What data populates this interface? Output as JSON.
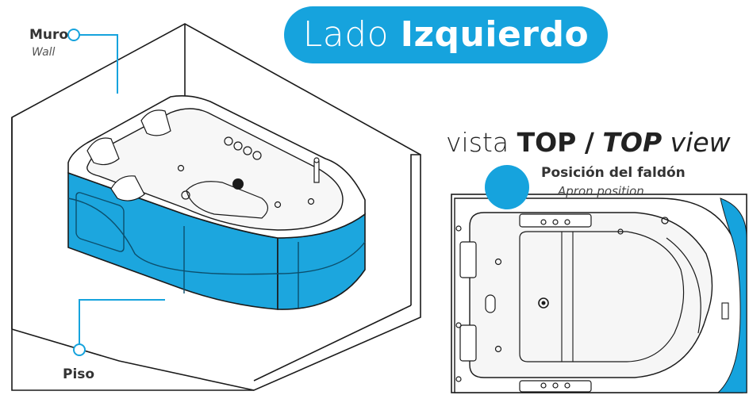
{
  "title": {
    "light": "Lado",
    "bold": "Izquierdo"
  },
  "labels": {
    "wall": {
      "main": "Muro",
      "sub": "Wall"
    },
    "floor": {
      "main": "Piso"
    }
  },
  "top_view": {
    "prefix": "vista",
    "bold1": "TOP",
    "slash": "/",
    "bold2": "TOP",
    "suffix": "view"
  },
  "apron": {
    "title": "Posición del faldón",
    "subtitle": "Apron position"
  },
  "colors": {
    "accent": "#16a3dd",
    "line": "#222222"
  }
}
